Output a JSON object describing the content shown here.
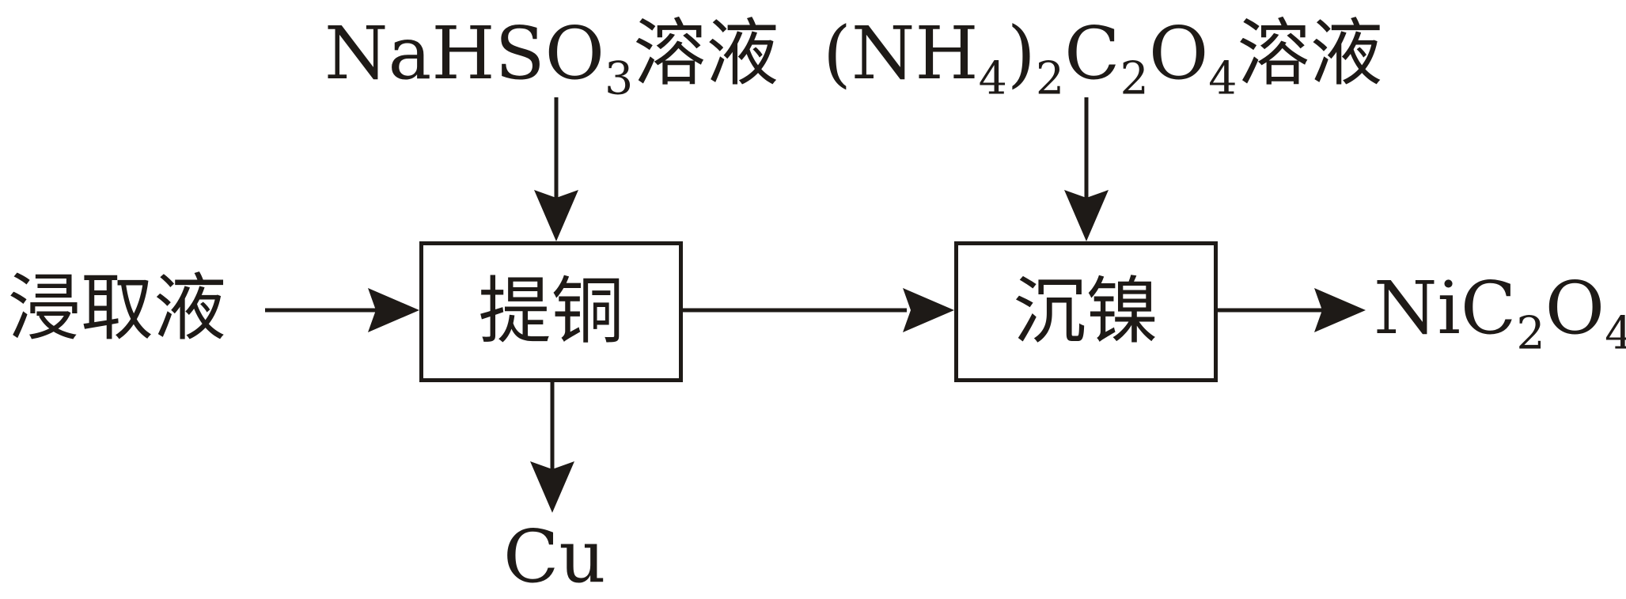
{
  "inputs": {
    "leachate": "浸取液",
    "reagent1": {
      "pre": "NaHSO",
      "sub": "3",
      "post": "溶液"
    },
    "reagent2": {
      "p1": "(NH",
      "s1": "4",
      "p2": ")",
      "s2": "2",
      "p3": "C",
      "s3": "2",
      "p4": "O",
      "s4": "4",
      "p5": "溶液"
    }
  },
  "steps": {
    "copper_extraction": "提铜",
    "nickel_precipitation": "沉镍"
  },
  "outputs": {
    "copper": "Cu",
    "product": {
      "p1": "NiC",
      "s1": "2",
      "p2": "O",
      "s2": "4"
    }
  }
}
